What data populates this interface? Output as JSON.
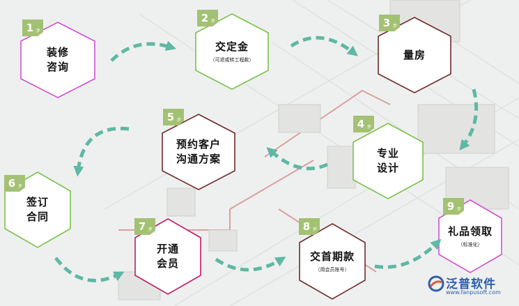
{
  "steps": [
    {
      "n": "1",
      "unit": "步",
      "title": "装修\n咨询",
      "sub": "",
      "border": "#d24fd0"
    },
    {
      "n": "2",
      "unit": "步",
      "title": "交定金",
      "sub": "（可退或转工程款）",
      "border": "#7ac24a"
    },
    {
      "n": "3",
      "unit": "步",
      "title": "量房",
      "sub": "",
      "border": "#6e2a27"
    },
    {
      "n": "4",
      "unit": "步",
      "title": "专业\n设计",
      "sub": "",
      "border": "#7ac24a"
    },
    {
      "n": "5",
      "unit": "步",
      "title": "预约客户\n沟通方案",
      "sub": "",
      "border": "#6e2a27"
    },
    {
      "n": "6",
      "unit": "步",
      "title": "签订\n合同",
      "sub": "",
      "border": "#7ac24a"
    },
    {
      "n": "7",
      "unit": "步",
      "title": "开通\n会员",
      "sub": "",
      "border": "#c2186b"
    },
    {
      "n": "8",
      "unit": "步",
      "title": "交首期款",
      "sub": "（用会员账号）",
      "border": "#6e2a27"
    },
    {
      "n": "9",
      "unit": "步",
      "title": "礼品领取",
      "sub": "（标准化）",
      "border": "#d24fd0"
    }
  ],
  "colors": {
    "badge": "#a3c173",
    "arrow": "#5fb8a3"
  },
  "logo": {
    "brand": "泛普软件",
    "url": "www.fanpusoft.com",
    "icon": "fanpu-logo-icon"
  }
}
